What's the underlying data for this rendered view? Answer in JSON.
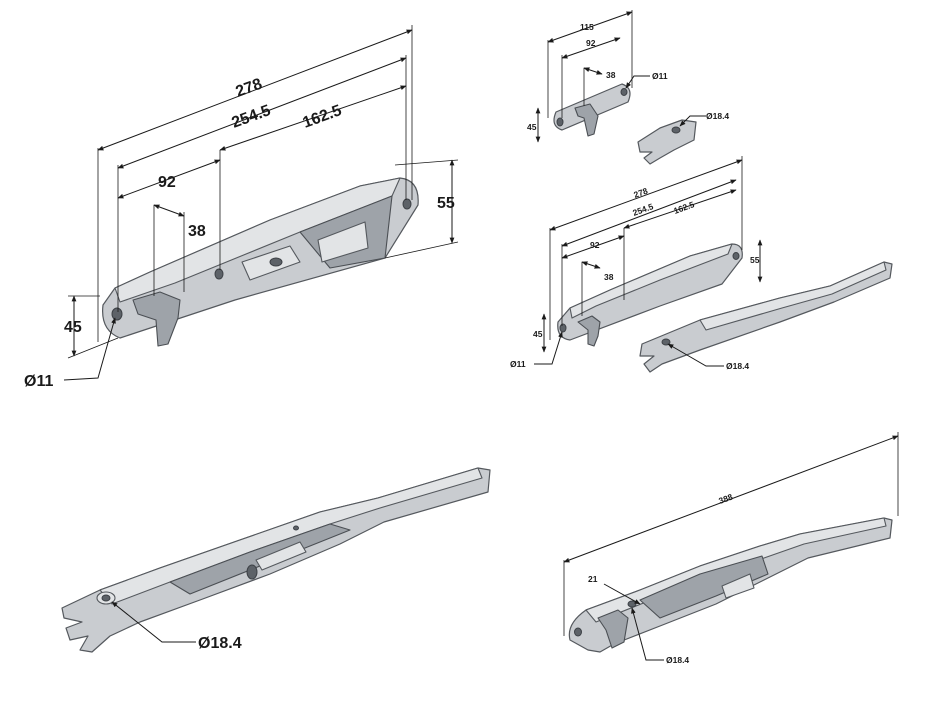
{
  "view_a": {
    "dims": {
      "overall": "278",
      "mid": "254.5",
      "offset": "162.5",
      "span": "92",
      "tee": "38",
      "height": "55",
      "lower_height": "45",
      "hole": "Ø11"
    }
  },
  "view_b": {
    "top_dims": {
      "width": "115",
      "span": "92",
      "tee": "38",
      "hole": "Ø11",
      "height": "45",
      "head_hole": "Ø18.4"
    },
    "main_dims": {
      "overall": "278",
      "mid": "254.5",
      "offset": "162.5",
      "span": "92",
      "tee": "38",
      "height": "55",
      "lower_height": "45",
      "hole": "Ø11",
      "head_hole": "Ø18.4"
    }
  },
  "view_c": {
    "head_hole": "Ø18.4"
  },
  "view_d": {
    "length": "388",
    "offset": "21",
    "head_hole": "Ø18.4"
  },
  "colors": {
    "metal": "#c9ccd0",
    "metal_light": "#e2e4e6",
    "metal_dark": "#9ea3a9",
    "line": "#1a1a1a"
  }
}
